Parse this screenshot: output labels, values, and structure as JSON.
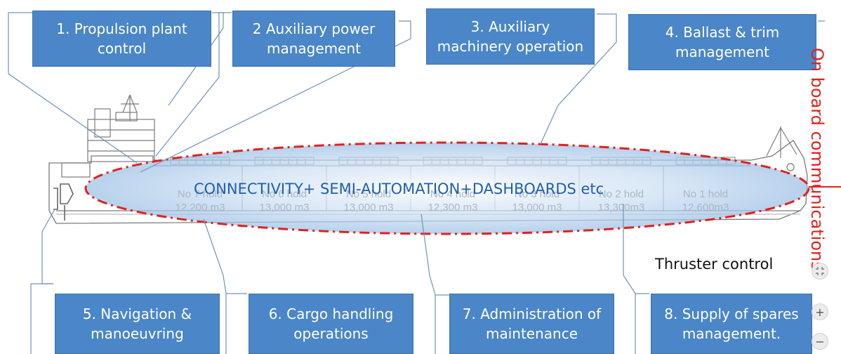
{
  "boxes": [
    {
      "label": "1. Propulsion plant\ncontrol"
    },
    {
      "label": "2 Auxiliary power\nmanagement"
    },
    {
      "label": "3. Auxiliary\nmachinery  operation"
    },
    {
      "label": "4. Ballast &  trim\nmanagement"
    },
    {
      "label": "5. Navigation &\nmanoeuvring"
    },
    {
      "label": "6. Cargo handling\noperations"
    },
    {
      "label": "7. Administration of\nmaintenance"
    },
    {
      "label": "8. Supply of spares\nmanagement."
    }
  ],
  "center_banner": "CONNECTIVITY+ SEMI-AUTOMATION+DASHBOARDS etc",
  "side_label": "On board communications",
  "thruster_label": "Thruster control",
  "holds": [
    {
      "name": "No 7 hold",
      "capacity": "12,200 m3"
    },
    {
      "name": "No 6 hold",
      "capacity": "13,000 m3"
    },
    {
      "name": "No 5 hold",
      "capacity": "13,000 m3"
    },
    {
      "name": "No 4 hold",
      "capacity": "12,300 m3"
    },
    {
      "name": "No 3 hold",
      "capacity": "13,000 m3"
    },
    {
      "name": "No 2 hold",
      "capacity": "13,300m3"
    },
    {
      "name": "No 1 hold",
      "capacity": "12,600m3"
    }
  ],
  "controls": {
    "zoom_in": "+",
    "zoom_out": "−"
  },
  "colors": {
    "box_fill": "#4a86c8",
    "ellipse_dash": "#e3201b",
    "banner_text": "#1f5fb0",
    "side_text": "#e3201b"
  }
}
